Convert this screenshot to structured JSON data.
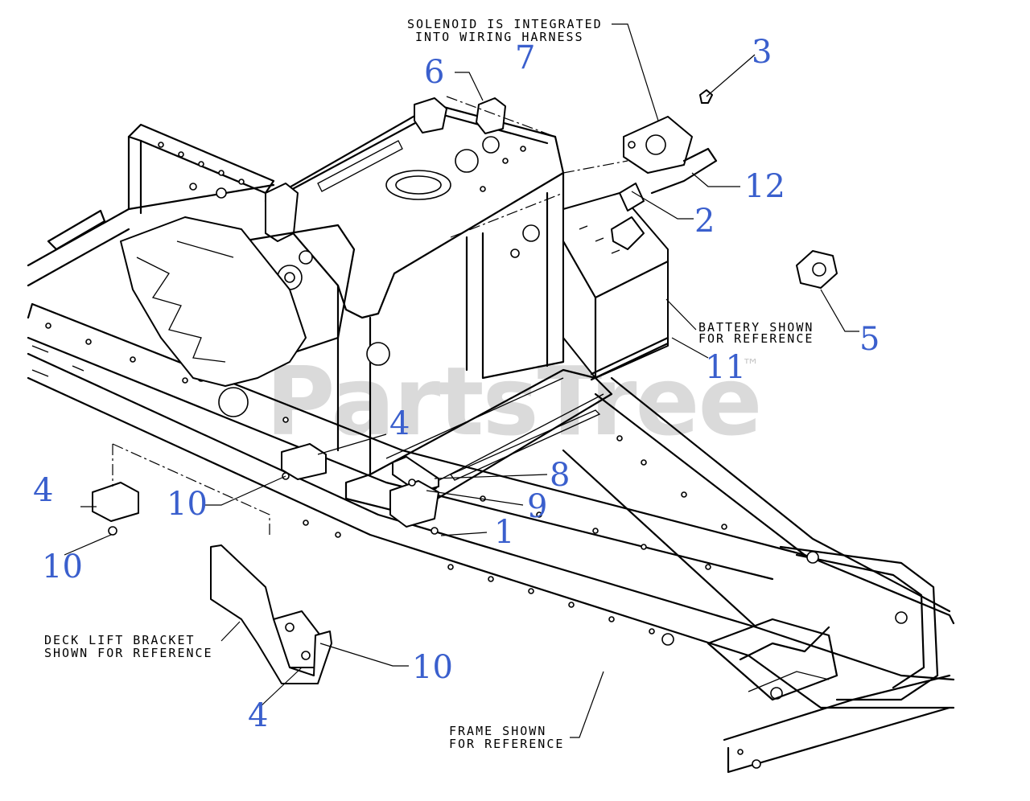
{
  "diagram": {
    "watermark": "PartsTree",
    "watermark_mark": "™",
    "notes": {
      "solenoid_line1": "SOLENOID IS INTEGRATED",
      "solenoid_line2": "INTO WIRING HARNESS",
      "battery_line1": "BATTERY SHOWN",
      "battery_line2": "FOR REFERENCE",
      "deck_line1": "DECK LIFT BRACKET",
      "deck_line2": "SHOWN FOR REFERENCE",
      "frame_line1": "FRAME SHOWN",
      "frame_line2": "FOR REFERENCE"
    },
    "callouts": {
      "c1": "1",
      "c2": "2",
      "c3": "3",
      "c4a": "4",
      "c4b": "4",
      "c4c": "4",
      "c5": "5",
      "c6": "6",
      "c7": "7",
      "c8": "8",
      "c9": "9",
      "c10a": "10",
      "c10b": "10",
      "c10c": "10",
      "c11": "11",
      "c12": "12"
    },
    "colors": {
      "callout": "#3a5fcd",
      "line": "#000000",
      "watermark": "#bdbdbd"
    }
  }
}
